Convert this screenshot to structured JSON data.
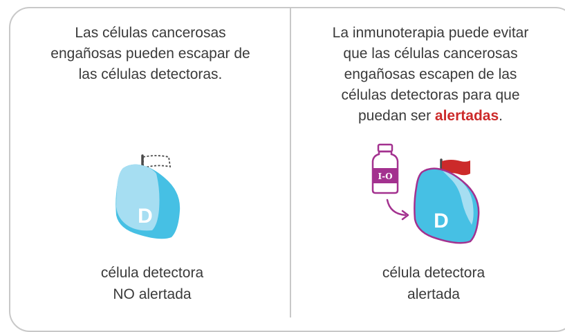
{
  "left_panel": {
    "description_line1": "Las células cancerosas",
    "description_line2": "engañosas pueden escapar de",
    "description_line3": "las células detectoras.",
    "cell_letter": "D",
    "caption_line1": "célula detectora",
    "caption_line2": "NO alertada"
  },
  "right_panel": {
    "description_line1": "La inmunoterapia puede evitar",
    "description_line2": "que las células cancerosas",
    "description_line3": "engañosas escapen de las",
    "description_line4": "células detectoras para que",
    "description_line5_prefix": "puedan ser ",
    "description_line5_highlight": "alertadas",
    "description_line5_suffix": ".",
    "vial_label": "I-O",
    "cell_letter": "D",
    "caption_line1": "célula detectora",
    "caption_line2": "alertada"
  },
  "colors": {
    "border": "#c8c8c8",
    "text": "#3a3a3a",
    "highlight": "#cc2a2a",
    "cell_fill": "#46c0e4",
    "cell_light": "#a6def2",
    "immuno_purple": "#a3318f",
    "flag_red": "#cc2a2a"
  }
}
